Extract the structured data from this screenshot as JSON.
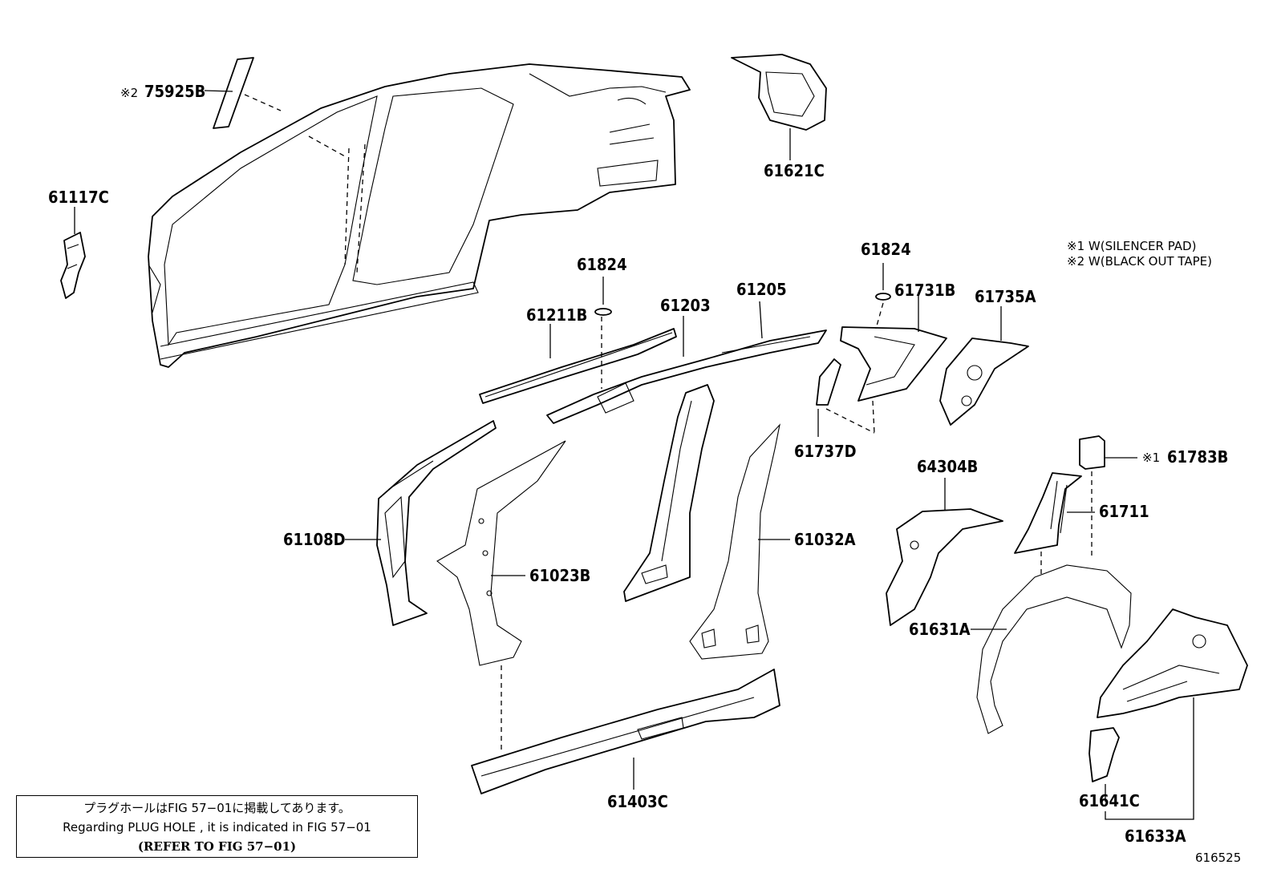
{
  "labels": {
    "p75925B": "75925B",
    "p75925B_mark": "※2",
    "p61117C": "61117C",
    "p61621C": "61621C",
    "p61824a": "61824",
    "p61824b": "61824",
    "p61211B": "61211B",
    "p61203": "61203",
    "p61205": "61205",
    "p61731B": "61731B",
    "p61735A": "61735A",
    "p61737D": "61737D",
    "p61783B": "61783B",
    "p61783B_mark": "※1",
    "p64304B": "64304B",
    "p61711": "61711",
    "p61108D": "61108D",
    "p61023B": "61023B",
    "p61032A": "61032A",
    "p61631A": "61631A",
    "p61403C": "61403C",
    "p61641C": "61641C",
    "p61633A": "61633A"
  },
  "legend": {
    "note1": "※1 W(SILENCER PAD)",
    "note2": "※2 W(BLACK OUT TAPE)"
  },
  "reference": {
    "line_jp": "プラグホールはFIG 57−01に掲載してあります。",
    "line_en": "Regarding  PLUG  HOLE , it is indicated in FIG  57−01",
    "line_refer": "(REFER  TO  FIG  57−01)"
  },
  "figure_number": "616525"
}
